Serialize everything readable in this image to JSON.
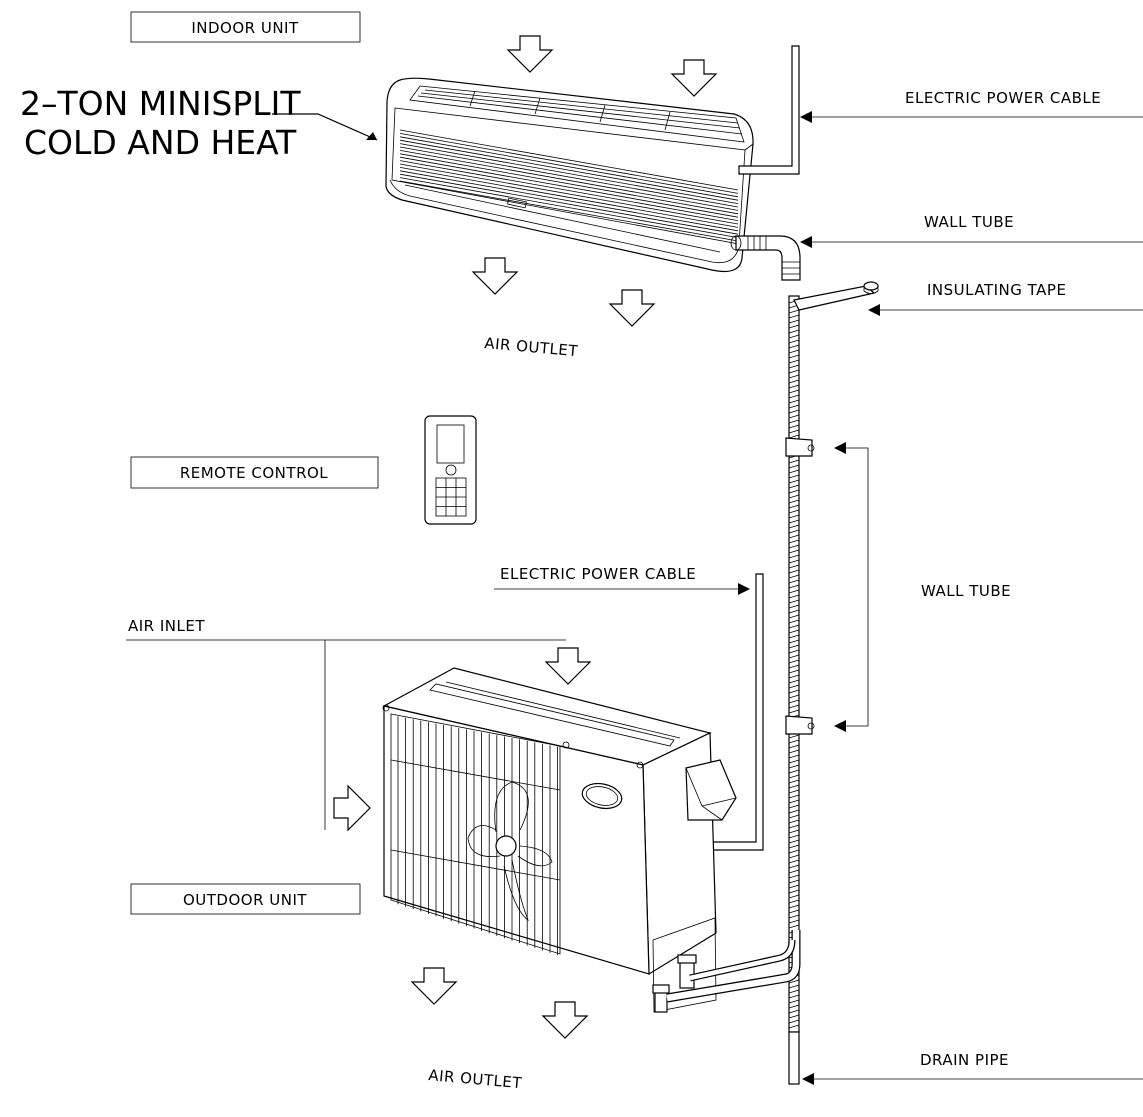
{
  "labels": {
    "indoor_unit": "INDOOR UNIT",
    "minisplit_line1": "2–TON MINISPLIT",
    "minisplit_line2": "COLD AND HEAT",
    "electric_power_cable_top": "ELECTRIC POWER CABLE",
    "wall_tube_top": "WALL TUBE",
    "insulating_tape": "INSULATING TAPE",
    "air_outlet_top": "AIR OUTLET",
    "remote_control": "REMOTE CONTROL",
    "electric_power_cable_mid": "ELECTRIC POWER CABLE",
    "wall_tube_mid": "WALL TUBE",
    "air_inlet": "AIR INLET",
    "outdoor_unit": "OUTDOOR UNIT",
    "drain_pipe": "DRAIN PIPE",
    "air_outlet_bottom": "AIR OUTLET"
  }
}
